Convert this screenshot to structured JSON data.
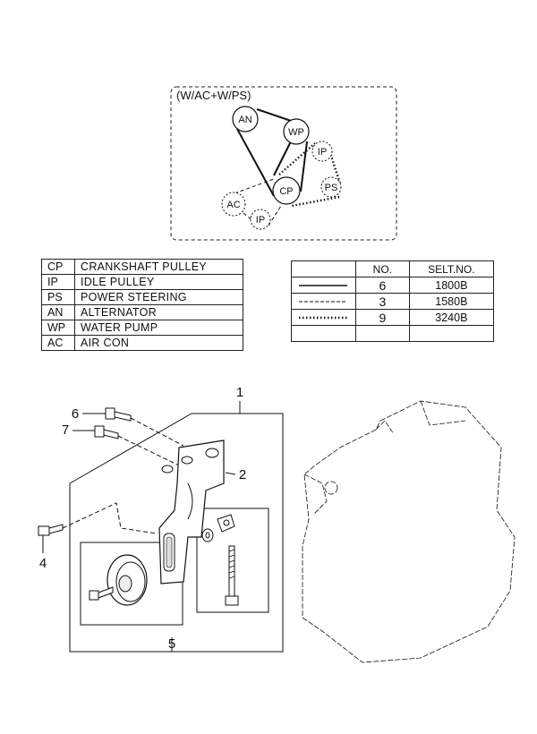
{
  "belt_diagram": {
    "title": "(W/AC+W/PS)",
    "pulleys": [
      {
        "code": "AN"
      },
      {
        "code": "WP"
      },
      {
        "code": "IP"
      },
      {
        "code": "PS"
      },
      {
        "code": "CP"
      },
      {
        "code": "AC"
      },
      {
        "code": "IP"
      }
    ]
  },
  "legend": [
    {
      "code": "CP",
      "name": "CRANKSHAFT  PULLEY"
    },
    {
      "code": "IP",
      "name": "IDLE  PULLEY"
    },
    {
      "code": "PS",
      "name": "POWER  STEERING"
    },
    {
      "code": "AN",
      "name": "ALTERNATOR"
    },
    {
      "code": "WP",
      "name": "WATER  PUMP"
    },
    {
      "code": "AC",
      "name": "AIR  CON"
    }
  ],
  "belt_table": {
    "headers": [
      "",
      "NO.",
      "SELT.NO."
    ],
    "rows": [
      {
        "line_style": "solid",
        "no": "6",
        "part": "1800B"
      },
      {
        "line_style": "dashed",
        "no": "3",
        "part": "1580B"
      },
      {
        "line_style": "dotted",
        "no": "9",
        "part": "3240B"
      },
      {
        "line_style": "none",
        "no": "",
        "part": ""
      }
    ]
  },
  "callouts": [
    "1",
    "2",
    "4",
    "5",
    "6",
    "7"
  ]
}
